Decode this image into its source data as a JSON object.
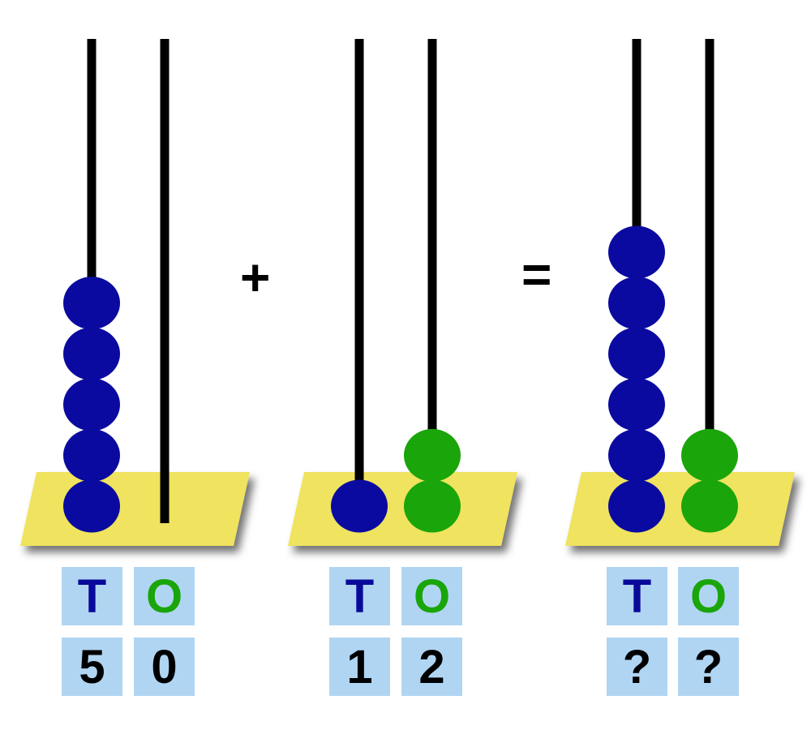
{
  "colors": {
    "tens_bead": "#0a0aa0",
    "ones_bead": "#1aa50a",
    "base": "#efe35e",
    "tile": "#b0d5f2",
    "tens_label": "#0a0a9a",
    "ones_label": "#1aa50a"
  },
  "operators": {
    "plus": "+",
    "equals": "="
  },
  "abaci": [
    {
      "tens_beads": 5,
      "ones_beads": 0,
      "labels": {
        "tens": "T",
        "ones": "O"
      },
      "digits": {
        "tens": "5",
        "ones": "0"
      }
    },
    {
      "tens_beads": 1,
      "ones_beads": 2,
      "labels": {
        "tens": "T",
        "ones": "O"
      },
      "digits": {
        "tens": "1",
        "ones": "2"
      }
    },
    {
      "tens_beads": 6,
      "ones_beads": 2,
      "labels": {
        "tens": "T",
        "ones": "O"
      },
      "digits": {
        "tens": "?",
        "ones": "?"
      }
    }
  ]
}
